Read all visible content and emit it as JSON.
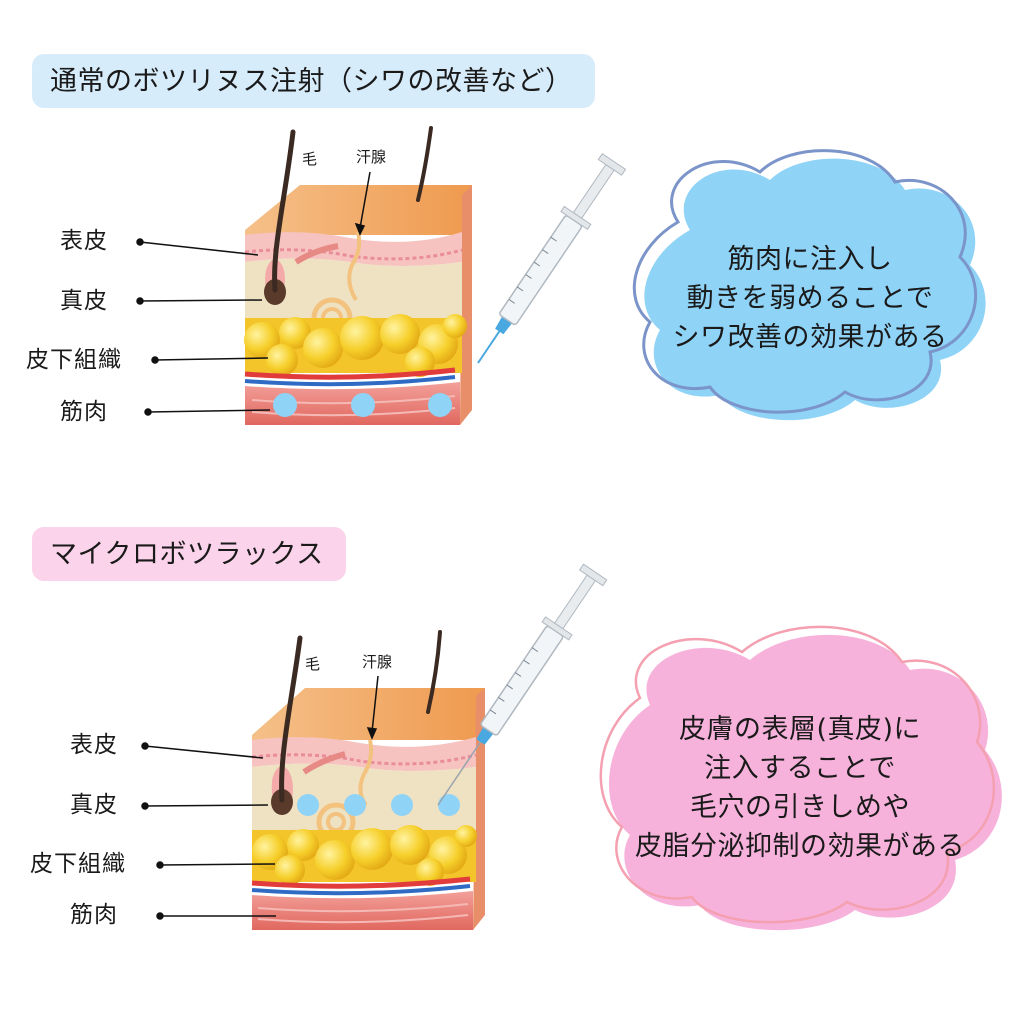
{
  "sections": [
    {
      "title": "通常のボツリヌス注射（シワの改善など）",
      "hair_label": "毛",
      "gland_label": "汗腺",
      "layers": [
        "表皮",
        "真皮",
        "皮下組織",
        "筋肉"
      ],
      "callout_lines": [
        "筋肉に注入し",
        "動きを弱めることで",
        "シワ改善の効果がある"
      ],
      "injection_layer": "筋肉",
      "colors": {
        "title_bg": "#d7ecfb",
        "cloud_fill": "#8fd3f7",
        "cloud_outline": "#7b94c9",
        "injection_dot": "#8fd3f7"
      }
    },
    {
      "title": "マイクロボツラックス",
      "hair_label": "毛",
      "gland_label": "汗腺",
      "layers": [
        "表皮",
        "真皮",
        "皮下組織",
        "筋肉"
      ],
      "callout_lines": [
        "皮膚の表層(真皮)に",
        "注入することで",
        "毛穴の引きしめや",
        "皮脂分泌抑制の効果がある"
      ],
      "injection_layer": "真皮",
      "colors": {
        "title_bg": "#fbd3ea",
        "cloud_fill": "#f7b2dc",
        "cloud_outline": "#f4a0b0",
        "injection_dot": "#8fd3f7"
      }
    }
  ]
}
